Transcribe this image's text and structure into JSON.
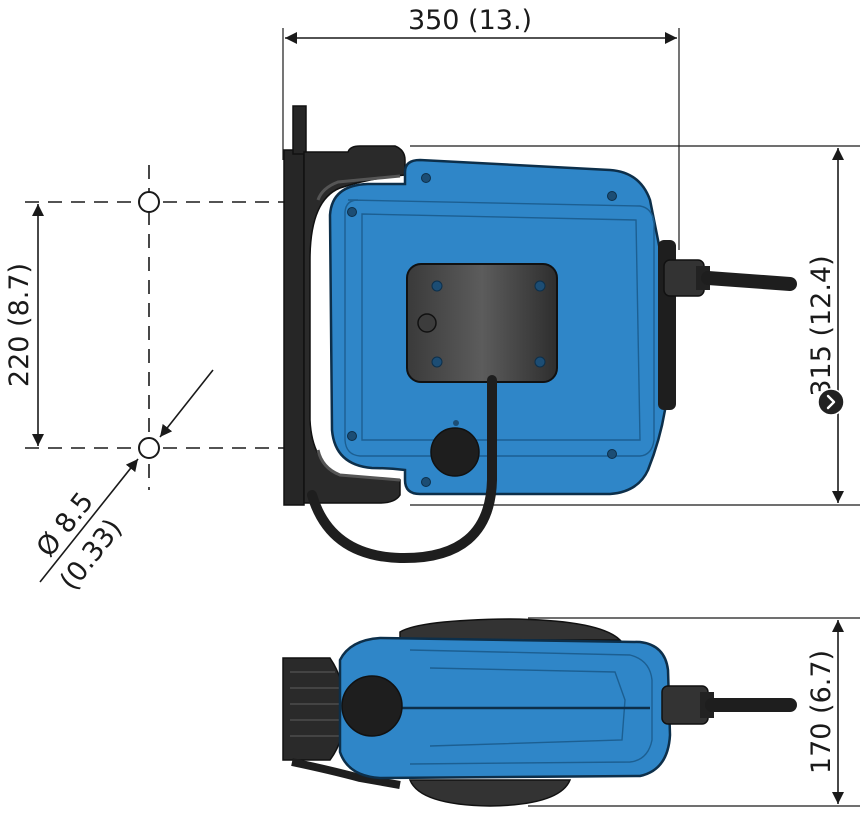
{
  "dimensions": {
    "width": "350 (13.)",
    "height": "315 (12.4)",
    "mount_spacing": "220 (8.7)",
    "hole_diameter_mm": "Ø 8.5",
    "hole_diameter_in": "(0.33)",
    "depth": "170 (6.7)"
  },
  "colors": {
    "housing": "#2f86c8",
    "outline": "#0d2f4a",
    "dark_parts": "#2a2a2a"
  },
  "controls": {
    "next_icon": "chevron-right-icon"
  }
}
